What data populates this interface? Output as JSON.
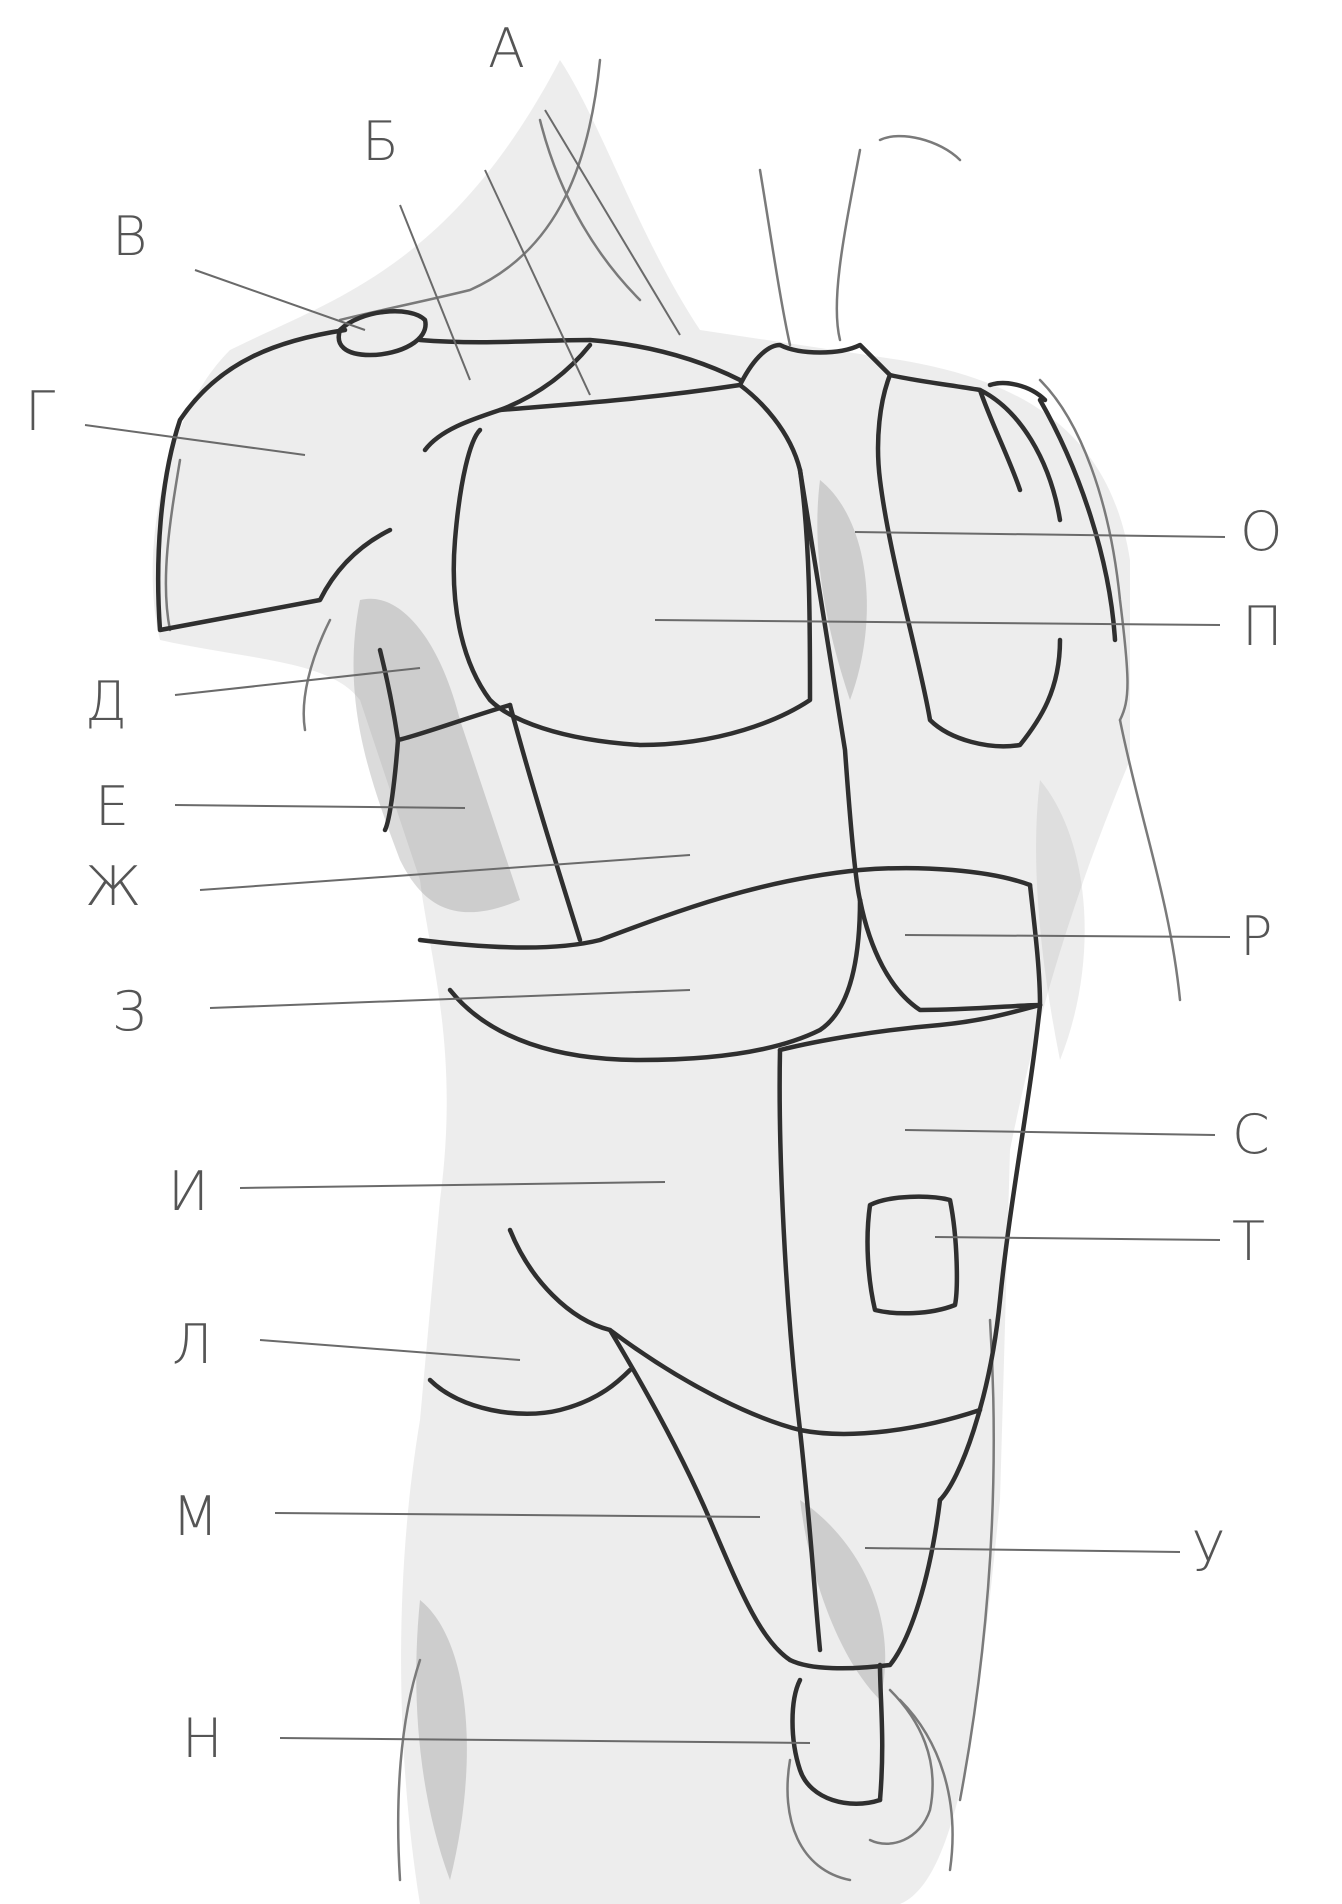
{
  "labels": {
    "A": "А",
    "B": "Б",
    "V": "В",
    "G": "Г",
    "D": "Д",
    "E": "Е",
    "ZH": "Ж",
    "Z": "З",
    "I": "И",
    "L": "Л",
    "M": "М",
    "N": "Н",
    "O": "О",
    "P": "П",
    "R": "Р",
    "S": "С",
    "T": "Т",
    "U": "У"
  }
}
